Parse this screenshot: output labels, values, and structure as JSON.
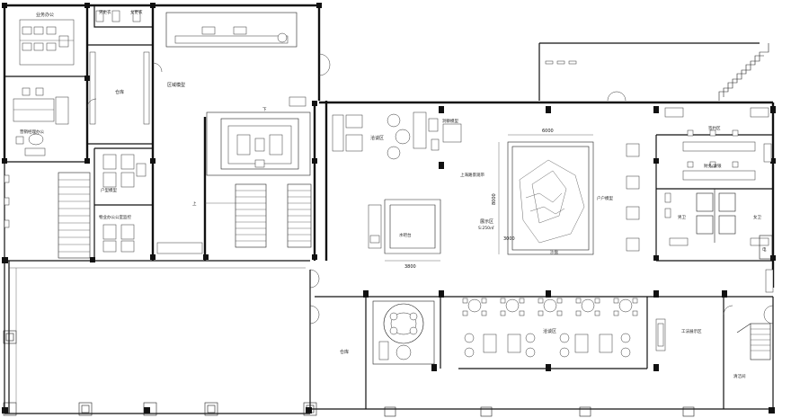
{
  "rooms": {
    "business_office": "业务办公",
    "male_toilet_top": "男更衣",
    "female_toilet_top": "女更衣",
    "warehouse_top": "仓库",
    "marketing_manager_office": "营销经理办公",
    "regional_model": "区域模型",
    "household_model": "户型模型",
    "property_office": "物业办公公室监控",
    "negotiation_area_top": "洽谈区",
    "landmark_model": "洞察模型",
    "water_bar": "水吧台",
    "sales_display": "展示区",
    "sand_table": "沙盘",
    "shanghai_road": "上海路景观带",
    "household_model_right": "户户模型",
    "reception": "签约区",
    "finance": "财务/收银",
    "male_toilet": "男卫",
    "female_toilet": "女卫",
    "utility": "电",
    "warehouse_bottom": "仓库",
    "negotiation_area_bottom": "洽谈区",
    "craft_display": "工法展示区",
    "cleaning": "清洁间",
    "stairs_down": "下",
    "stairs_up": "上"
  },
  "dimensions": {
    "sand_table_width": "6000",
    "sand_table_height": "8000",
    "sand_table_offset": "3000",
    "water_bar_width": "3800",
    "display_area": "S:250㎡"
  },
  "colors": {
    "wall": "#111111",
    "background": "#ffffff"
  }
}
